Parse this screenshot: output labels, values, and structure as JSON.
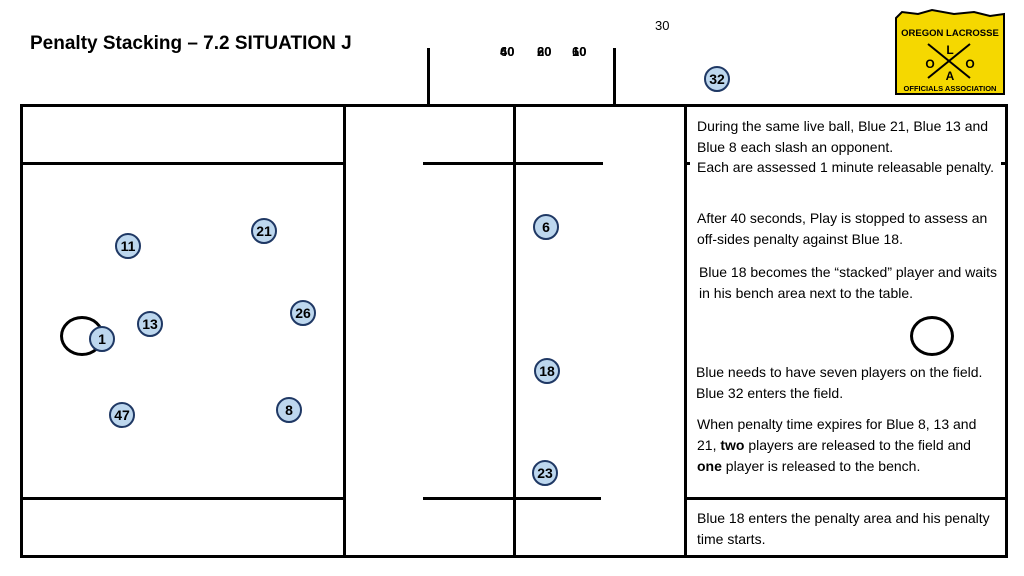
{
  "title": "Penalty Stacking – 7.2 SITUATION J",
  "timer": "30",
  "clock_digits": [
    "60",
    "60",
    "60",
    "40",
    "20",
    "10"
  ],
  "logo": {
    "line1": "OREGON LACROSSE",
    "letters": [
      "L",
      "O",
      "A",
      "O"
    ],
    "line2": "OFFICIALS ASSOCIATION",
    "color": "#f5d800"
  },
  "players": {
    "p11": "11",
    "p21": "21",
    "p13": "13",
    "p26": "26",
    "p1": "1",
    "p47": "47",
    "p8": "8",
    "p6": "6",
    "p18": "18",
    "p23": "23",
    "p32": "32"
  },
  "notes": {
    "n1": "During the same live ball, Blue 21, Blue 13 and Blue 8 each slash an opponent.",
    "n2": "Each are assessed 1 minute releasable penalty.",
    "n3": "After 40 seconds, Play is stopped to assess an off-sides penalty against Blue 18.",
    "n4": "Blue 18 becomes the “stacked” player and waits in his bench area next to the table.",
    "n5": "Blue needs to have seven players on the field.  Blue 32 enters the field.",
    "n6_a": "When penalty time expires for Blue 8, 13 and 21, ",
    "n6_b": "two",
    "n6_c": " players are released to the field and ",
    "n6_d": "one",
    "n6_e": " player is released to the bench.",
    "n7": "Blue 18 enters the penalty area and his penalty time starts."
  },
  "colors": {
    "player_fill": "#bdd7ee",
    "player_border": "#1f3864"
  }
}
